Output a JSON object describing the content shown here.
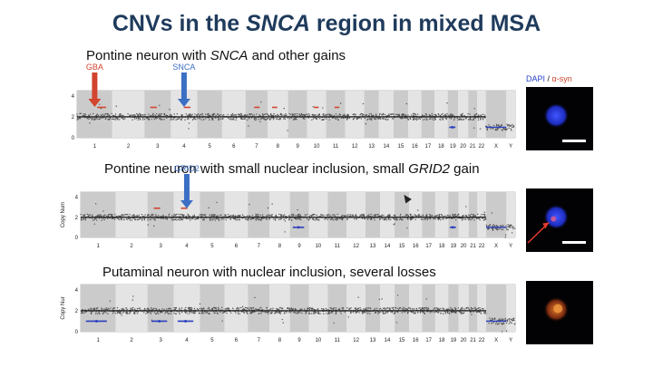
{
  "title": {
    "prefix": "CNVs in the ",
    "gene": "SNCA",
    "suffix": " region in mixed MSA"
  },
  "legend": {
    "dapi": "DAPI",
    "sep": " / ",
    "asyn": "α-syn",
    "dapi_color": "#2a44c8",
    "asyn_color": "#d0442a"
  },
  "panels": [
    {
      "title_pre": "Pontine neuron with ",
      "title_gene": "SNCA",
      "title_post": " and other gains",
      "ylabel": "",
      "yticks": [
        "4",
        "2",
        "0"
      ],
      "chromosomes": [
        "1",
        "2",
        "3",
        "4",
        "5",
        "6",
        "7",
        "8",
        "9",
        "10",
        "11",
        "12",
        "13",
        "14",
        "15",
        "16",
        "17",
        "18",
        "19",
        "20",
        "21",
        "22",
        "X",
        "Y"
      ],
      "annotations": [
        {
          "label": "GBA",
          "color": "#d2442f",
          "chrom": "1"
        },
        {
          "label": "SNCA",
          "color": "#3b6fc4",
          "chrom": "4"
        }
      ],
      "events": [
        {
          "chrom": "1",
          "type": "gain"
        },
        {
          "chrom": "3",
          "type": "gain"
        },
        {
          "chrom": "4",
          "type": "gain"
        },
        {
          "chrom": "7",
          "type": "gain"
        },
        {
          "chrom": "8",
          "type": "gain"
        },
        {
          "chrom": "10",
          "type": "gain"
        },
        {
          "chrom": "11",
          "type": "gain"
        },
        {
          "chrom": "19",
          "type": "loss"
        }
      ],
      "scale_bar": true,
      "nucleus": "dapi"
    },
    {
      "title_pre": "Pontine neuron with small nuclear inclusion, small ",
      "title_gene": "GRID2",
      "title_post": " gain",
      "ylabel": "Copy Num",
      "yticks": [
        "4",
        "2",
        "0"
      ],
      "chromosomes": [
        "1",
        "2",
        "3",
        "4",
        "5",
        "6",
        "7",
        "8",
        "9",
        "10",
        "11",
        "12",
        "13",
        "14",
        "15",
        "16",
        "17",
        "18",
        "19",
        "20",
        "21",
        "22",
        "X",
        "Y"
      ],
      "annotations": [
        {
          "label": "GRID2",
          "color": "#3b6fc4",
          "chrom": "4"
        }
      ],
      "events": [
        {
          "chrom": "3",
          "type": "gain"
        },
        {
          "chrom": "4",
          "type": "gain"
        },
        {
          "chrom": "9",
          "type": "loss"
        },
        {
          "chrom": "19",
          "type": "loss"
        }
      ],
      "scale_bar": true,
      "nucleus": "dapi-inclusion"
    },
    {
      "title_pre": "Putaminal neuron with nuclear inclusion, several losses",
      "title_gene": "",
      "title_post": "",
      "ylabel": "Copy Nur",
      "yticks": [
        "4",
        "2",
        "0"
      ],
      "chromosomes": [
        "1",
        "2",
        "3",
        "4",
        "5",
        "6",
        "7",
        "8",
        "9",
        "10",
        "11",
        "12",
        "13",
        "14",
        "15",
        "16",
        "17",
        "18",
        "19",
        "20",
        "21",
        "22",
        "X",
        "Y"
      ],
      "annotations": [],
      "events": [
        {
          "chrom": "1",
          "type": "loss"
        },
        {
          "chrom": "3",
          "type": "loss"
        },
        {
          "chrom": "4",
          "type": "loss"
        }
      ],
      "scale_bar": false,
      "nucleus": "asyn"
    }
  ]
}
